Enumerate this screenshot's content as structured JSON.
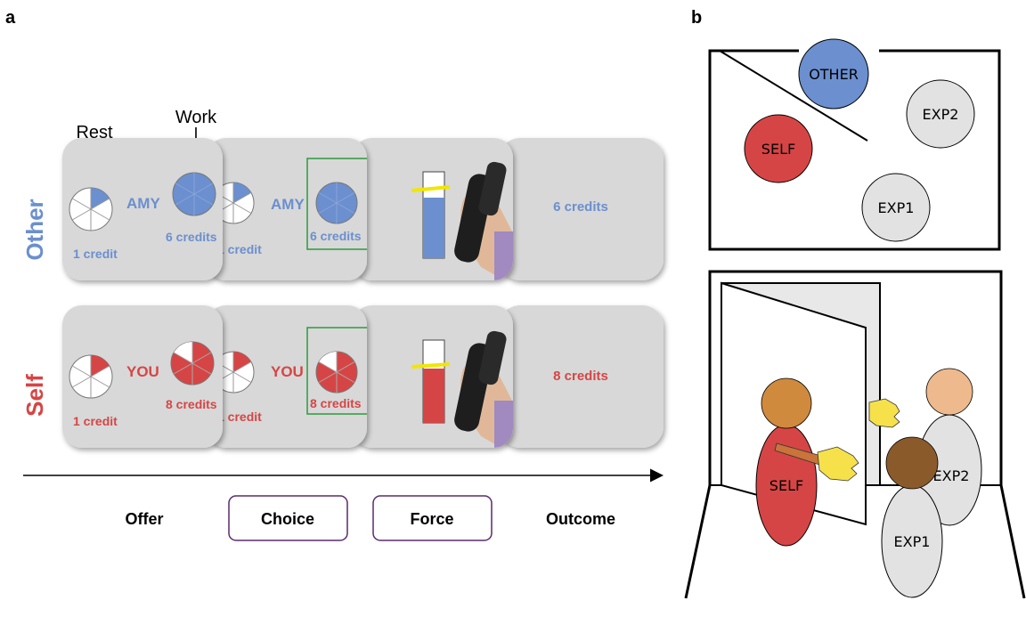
{
  "panels": {
    "a": "a",
    "b": "b"
  },
  "annotations": {
    "rest": "Rest",
    "work": "Work"
  },
  "rows": {
    "other": {
      "label": "Other",
      "name": "AMY",
      "rest_credit": "1 credit",
      "work_credit": "6 credits",
      "outcome": "6 credits",
      "color": "#6b8fcf"
    },
    "self": {
      "label": "Self",
      "name": "YOU",
      "rest_credit": "1 credit",
      "work_credit": "8 credits",
      "outcome": "8 credits",
      "color": "#d64545"
    }
  },
  "stages": [
    "Offer",
    "Choice",
    "Force",
    "Outcome"
  ],
  "room": {
    "top": {
      "other": "OTHER",
      "self": "SELF",
      "exp1": "EXP1",
      "exp2": "EXP2"
    },
    "bottom": {
      "self": "SELF",
      "exp1": "EXP1",
      "exp2": "EXP2"
    }
  }
}
